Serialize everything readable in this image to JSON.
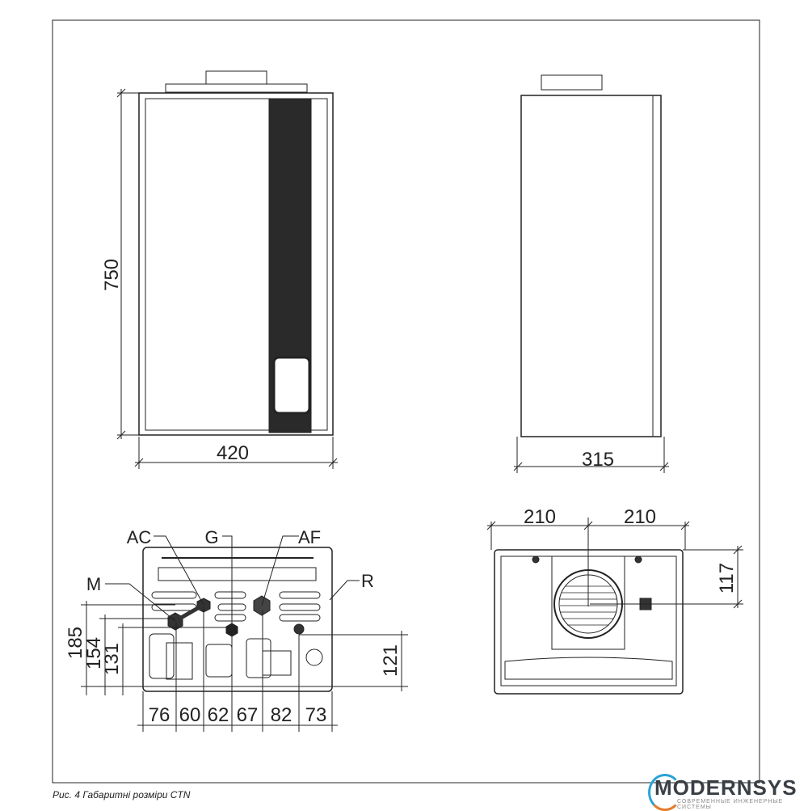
{
  "front_view": {
    "height_label": "750",
    "width_label": "420"
  },
  "side_view": {
    "depth_label": "315"
  },
  "bottom_view": {
    "labels": {
      "ac": "AC",
      "g": "G",
      "af": "AF",
      "m": "M",
      "r": "R"
    },
    "vertical_dims": [
      "185",
      "154",
      "131",
      "121"
    ],
    "horizontal_dims": [
      "76",
      "60",
      "62",
      "67",
      "82",
      "73"
    ]
  },
  "top_view": {
    "left_label": "210",
    "right_label": "210",
    "depth_label": "117"
  },
  "caption": "Рис. 4 Габаритні розміри CTN",
  "logo": {
    "name": "MODERNSYS",
    "tagline": "СОВРЕМЕННЫЕ ИНЖЕНЕРНЫЕ СИСТЕМЫ"
  }
}
